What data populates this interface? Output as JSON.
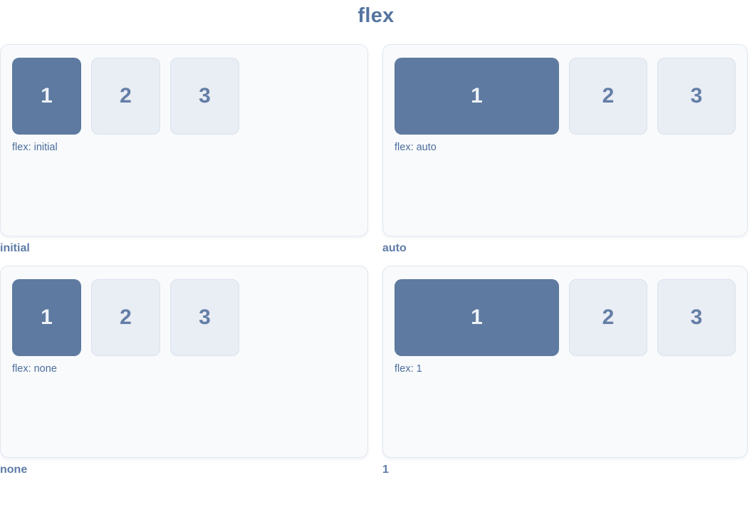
{
  "title": "flex",
  "panels": [
    {
      "caption": "initial",
      "label": "flex: initial",
      "boxes": [
        "1",
        "2",
        "3"
      ]
    },
    {
      "caption": "auto",
      "label": "flex: auto",
      "boxes": [
        "1",
        "2",
        "3"
      ]
    },
    {
      "caption": "none",
      "label": "flex: none",
      "boxes": [
        "1",
        "2",
        "3"
      ]
    },
    {
      "caption": "1",
      "label": "flex: 1",
      "boxes": [
        "1",
        "2",
        "3"
      ]
    }
  ],
  "colors": {
    "title": "#54749e",
    "panel-bg": "#f8fafc",
    "panel-border": "#e2e8f0",
    "box1-bg": "#5e7aa0",
    "box1-text": "#eef2f7",
    "box-bg": "#e9edf4",
    "box-border": "#dbe2ee",
    "box-text": "#647ea6",
    "label": "#4c6d9c",
    "caption": "#5e7ca7"
  }
}
